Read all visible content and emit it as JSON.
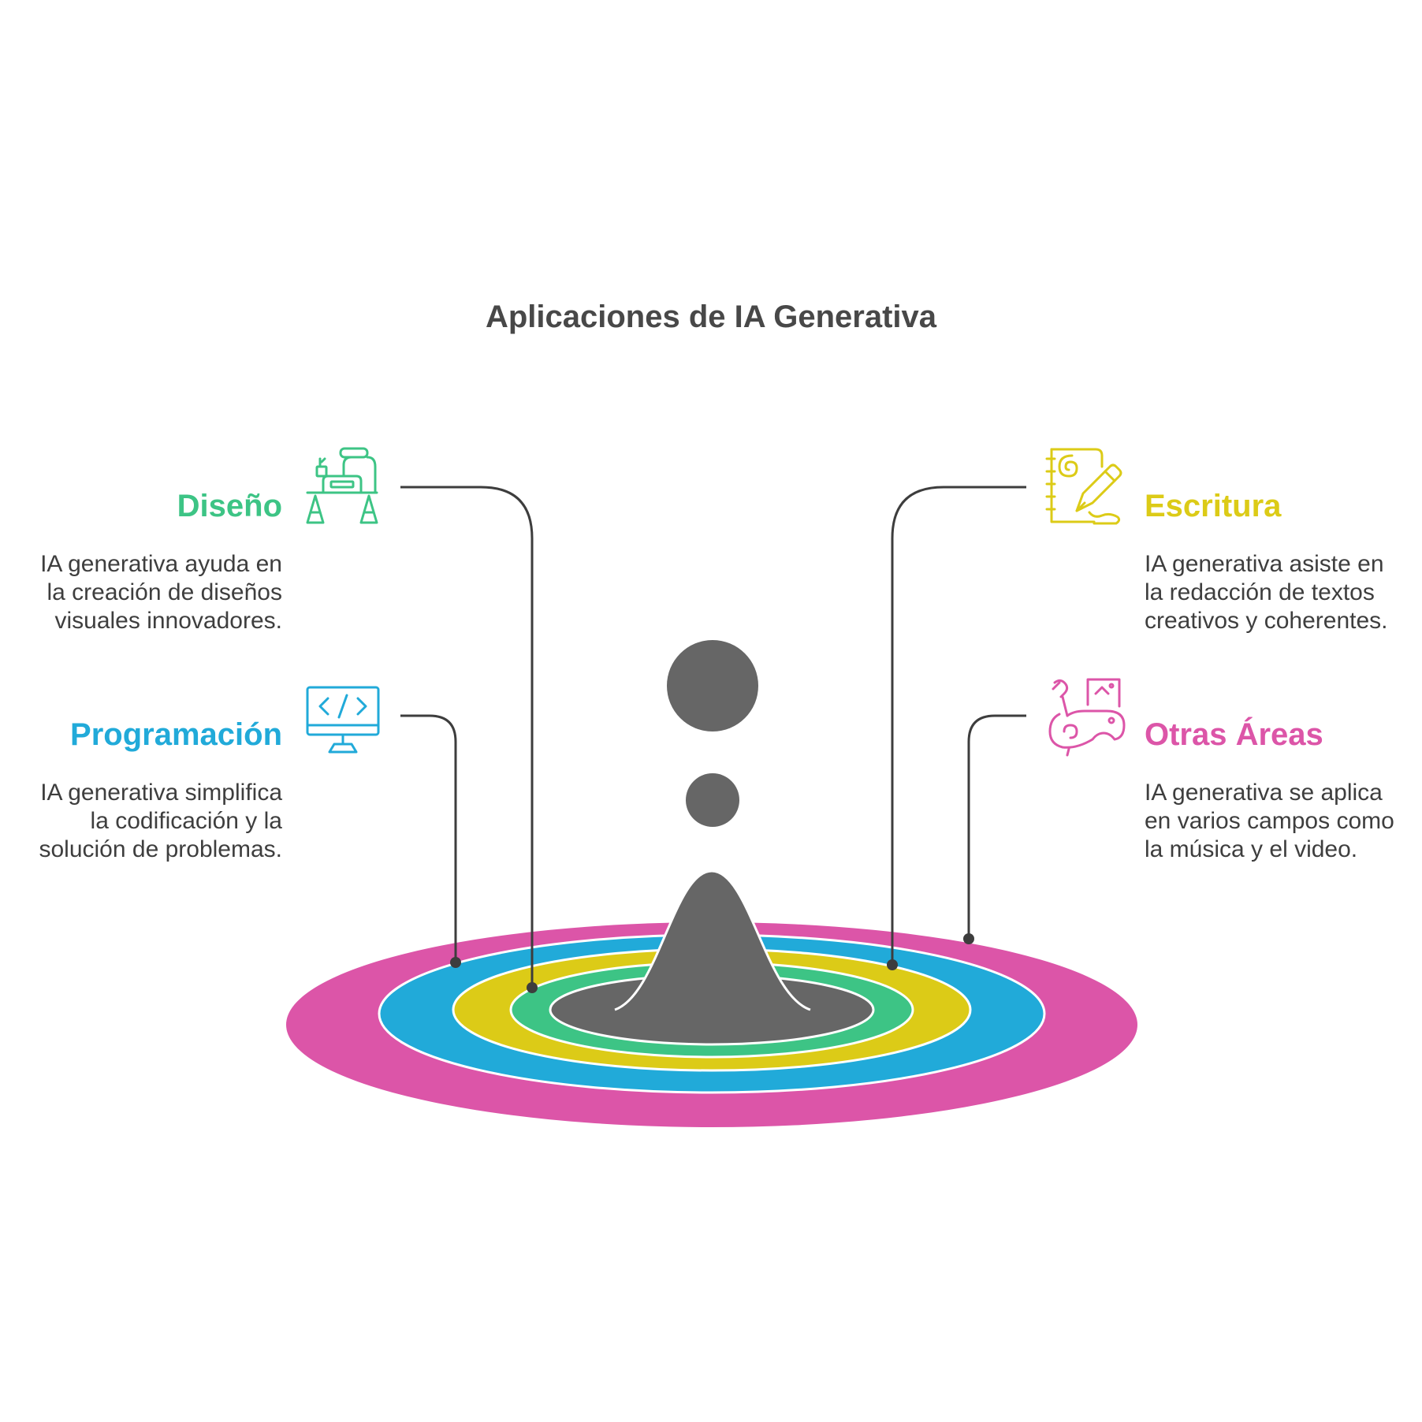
{
  "title": "Aplicaciones de IA Generativa",
  "colors": {
    "diseno": "#3dc485",
    "programacion": "#21aad9",
    "escritura": "#dccb17",
    "otras": "#dc55a8",
    "center": "#666666",
    "connector": "#3d3d3d",
    "text": "#3e3e3e"
  },
  "items": {
    "diseno": {
      "label": "Diseño",
      "description": "IA generativa ayuda en la creación de diseños visuales innovadores.",
      "icon": "desk-workspace-icon"
    },
    "programacion": {
      "label": "Programación",
      "description": "IA generativa simplifica la codificación y la solución de problemas.",
      "icon": "code-monitor-icon"
    },
    "escritura": {
      "label": "Escritura",
      "description": "IA generativa asiste en la redacción de textos creativos y coherentes.",
      "icon": "notebook-pen-icon"
    },
    "otras": {
      "label": "Otras Áreas",
      "description": "IA generativa se aplica en varios campos como la música y el video.",
      "icon": "paintbrush-palette-icon"
    }
  }
}
